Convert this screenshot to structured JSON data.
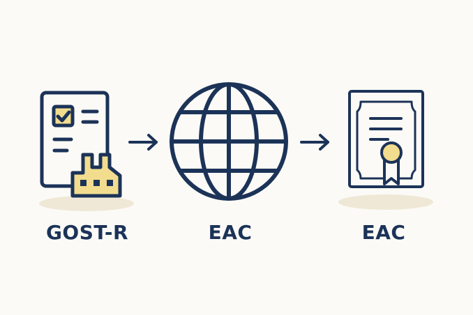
{
  "colors": {
    "stroke": "#1c3358",
    "accent": "#f2dc8e",
    "shadow": "#efe8d6",
    "background": "#fbfaf6"
  },
  "stages": [
    {
      "label": "GOST-R",
      "icon": "document-factory-icon"
    },
    {
      "label": "EAC",
      "icon": "globe-icon"
    },
    {
      "label": "EAC",
      "icon": "certificate-icon"
    }
  ],
  "connectors": [
    "arrow-right-icon",
    "arrow-right-icon"
  ]
}
